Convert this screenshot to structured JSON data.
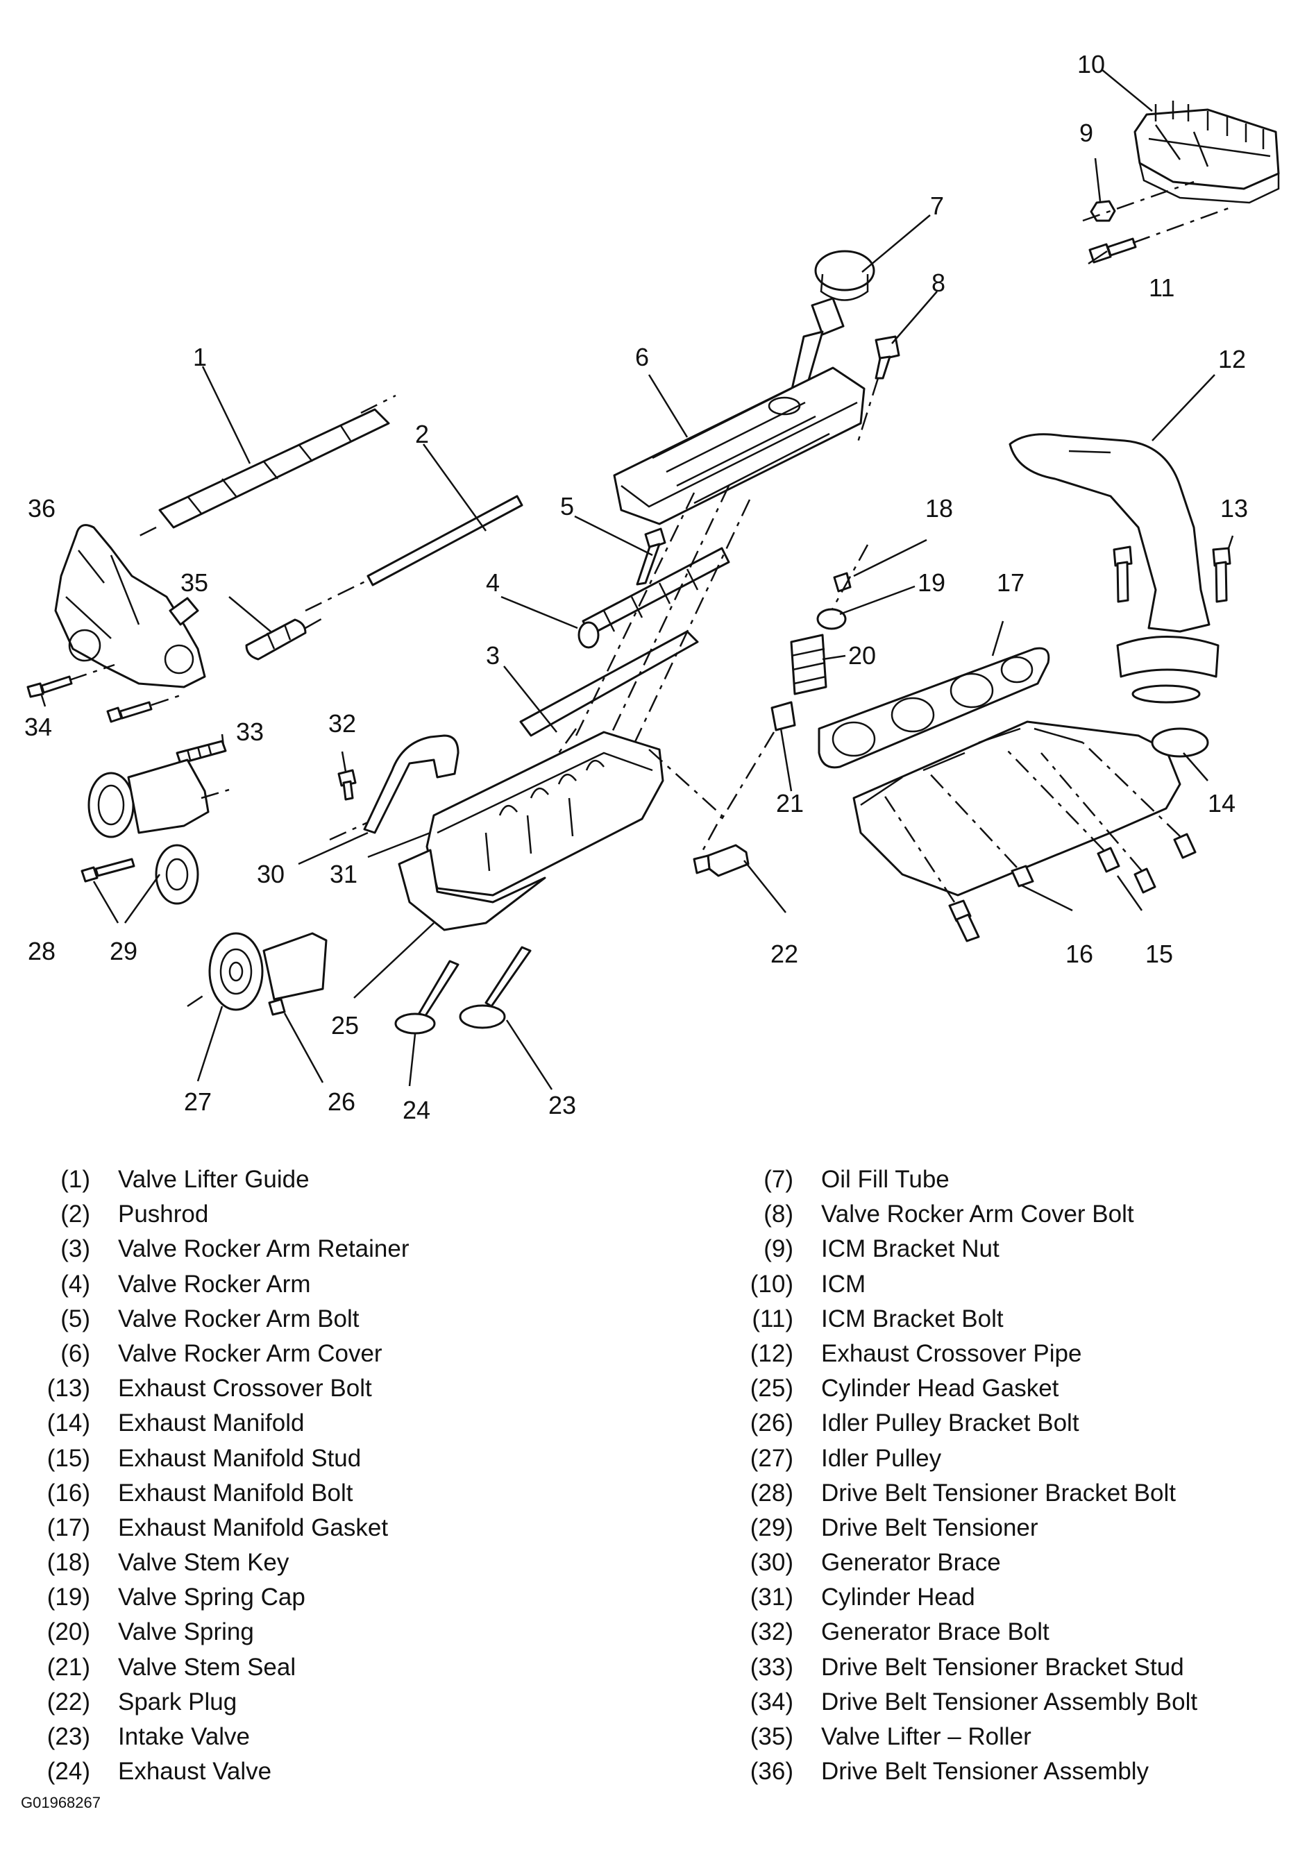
{
  "diagram": {
    "callouts": {
      "c1": "1",
      "c2": "2",
      "c3": "3",
      "c4": "4",
      "c5": "5",
      "c6": "6",
      "c7": "7",
      "c8": "8",
      "c9": "9",
      "c10": "10",
      "c11": "11",
      "c12": "12",
      "c13": "13",
      "c14": "14",
      "c15": "15",
      "c16": "16",
      "c17": "17",
      "c18": "18",
      "c19": "19",
      "c20": "20",
      "c21": "21",
      "c22": "22",
      "c23": "23",
      "c24": "24",
      "c25": "25",
      "c26": "26",
      "c27": "27",
      "c28": "28",
      "c29": "29",
      "c30": "30",
      "c31": "31",
      "c32": "32",
      "c33": "33",
      "c34": "34",
      "c35": "35",
      "c36": "36"
    }
  },
  "legend": {
    "left": [
      {
        "num": "(1)",
        "name": "Valve Lifter Guide"
      },
      {
        "num": "(2)",
        "name": "Pushrod"
      },
      {
        "num": "(3)",
        "name": "Valve Rocker Arm Retainer"
      },
      {
        "num": "(4)",
        "name": "Valve Rocker Arm"
      },
      {
        "num": "(5)",
        "name": "Valve Rocker Arm Bolt"
      },
      {
        "num": "(6)",
        "name": "Valve Rocker Arm Cover"
      },
      {
        "num": "(13)",
        "name": "Exhaust Crossover Bolt"
      },
      {
        "num": "(14)",
        "name": "Exhaust Manifold"
      },
      {
        "num": "(15)",
        "name": "Exhaust Manifold Stud"
      },
      {
        "num": "(16)",
        "name": "Exhaust Manifold Bolt"
      },
      {
        "num": "(17)",
        "name": "Exhaust Manifold Gasket"
      },
      {
        "num": "(18)",
        "name": "Valve Stem Key"
      },
      {
        "num": "(19)",
        "name": "Valve Spring Cap"
      },
      {
        "num": "(20)",
        "name": "Valve Spring"
      },
      {
        "num": "(21)",
        "name": "Valve Stem Seal"
      },
      {
        "num": "(22)",
        "name": "Spark Plug"
      },
      {
        "num": "(23)",
        "name": "Intake Valve"
      },
      {
        "num": "(24)",
        "name": "Exhaust Valve"
      }
    ],
    "right": [
      {
        "num": "(7)",
        "name": "Oil Fill Tube"
      },
      {
        "num": "(8)",
        "name": "Valve Rocker Arm Cover Bolt"
      },
      {
        "num": "(9)",
        "name": "ICM Bracket Nut"
      },
      {
        "num": "(10)",
        "name": "ICM"
      },
      {
        "num": "(11)",
        "name": "ICM Bracket Bolt"
      },
      {
        "num": "(12)",
        "name": "Exhaust Crossover Pipe"
      },
      {
        "num": "(25)",
        "name": "Cylinder Head Gasket"
      },
      {
        "num": "(26)",
        "name": "Idler Pulley Bracket Bolt"
      },
      {
        "num": "(27)",
        "name": "Idler Pulley"
      },
      {
        "num": "(28)",
        "name": "Drive Belt Tensioner Bracket Bolt"
      },
      {
        "num": "(29)",
        "name": "Drive Belt Tensioner"
      },
      {
        "num": "(30)",
        "name": "Generator Brace"
      },
      {
        "num": "(31)",
        "name": "Cylinder Head"
      },
      {
        "num": "(32)",
        "name": "Generator Brace Bolt"
      },
      {
        "num": "(33)",
        "name": "Drive Belt Tensioner Bracket Stud"
      },
      {
        "num": "(34)",
        "name": "Drive Belt Tensioner Assembly Bolt"
      },
      {
        "num": "(35)",
        "name": "Valve Lifter – Roller"
      },
      {
        "num": "(36)",
        "name": "Drive Belt Tensioner Assembly"
      }
    ]
  },
  "footer": {
    "code": "G01968267"
  }
}
